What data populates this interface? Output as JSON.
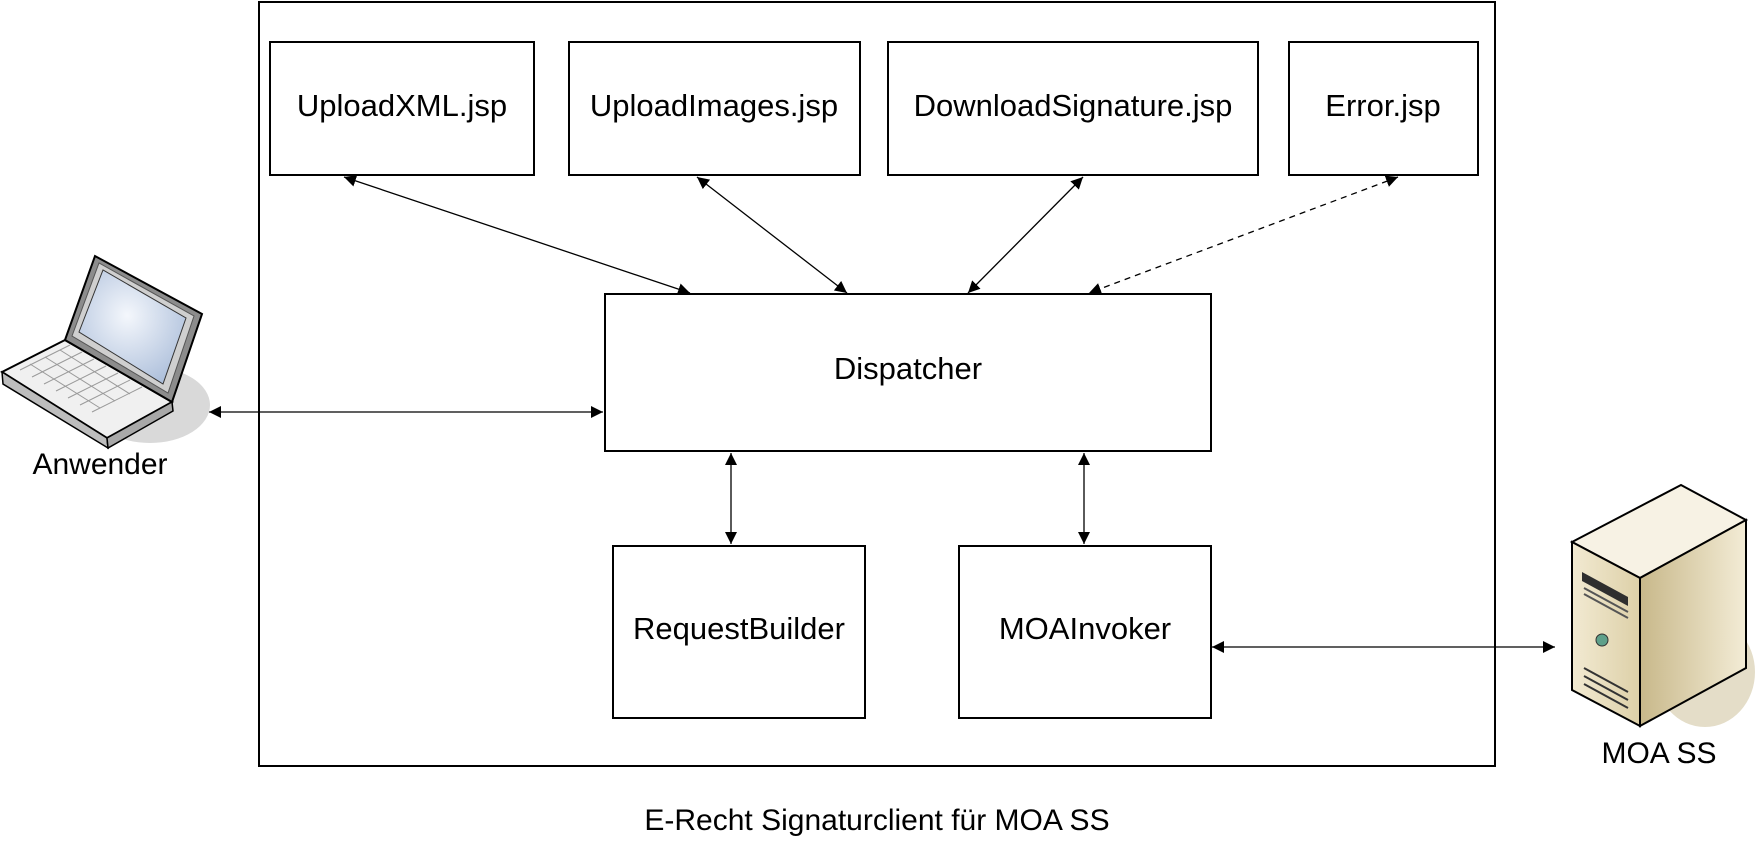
{
  "diagram": {
    "caption": "E-Recht Signaturclient für MOA SS",
    "components": {
      "upload_xml": "UploadXML.jsp",
      "upload_images": "UploadImages.jsp",
      "download_signature": "DownloadSignature.jsp",
      "error": "Error.jsp",
      "dispatcher": "Dispatcher",
      "request_builder": "RequestBuilder",
      "moa_invoker": "MOAInvoker"
    },
    "actors": {
      "user": "Anwender",
      "server": "MOA SS"
    },
    "connections": [
      {
        "from": "UploadXML.jsp",
        "to": "Dispatcher",
        "style": "solid",
        "direction": "both"
      },
      {
        "from": "UploadImages.jsp",
        "to": "Dispatcher",
        "style": "solid",
        "direction": "both"
      },
      {
        "from": "DownloadSignature.jsp",
        "to": "Dispatcher",
        "style": "solid",
        "direction": "both"
      },
      {
        "from": "Error.jsp",
        "to": "Dispatcher",
        "style": "dashed",
        "direction": "both"
      },
      {
        "from": "Anwender",
        "to": "Dispatcher",
        "style": "solid",
        "direction": "both"
      },
      {
        "from": "Dispatcher",
        "to": "RequestBuilder",
        "style": "solid",
        "direction": "both"
      },
      {
        "from": "Dispatcher",
        "to": "MOAInvoker",
        "style": "solid",
        "direction": "both"
      },
      {
        "from": "MOAInvoker",
        "to": "MOA SS",
        "style": "solid",
        "direction": "both"
      }
    ],
    "colors": {
      "stroke": "#000000",
      "background": "#ffffff",
      "laptop_screen": "#c9d6ea",
      "server_body": "#e8dcb8"
    }
  }
}
